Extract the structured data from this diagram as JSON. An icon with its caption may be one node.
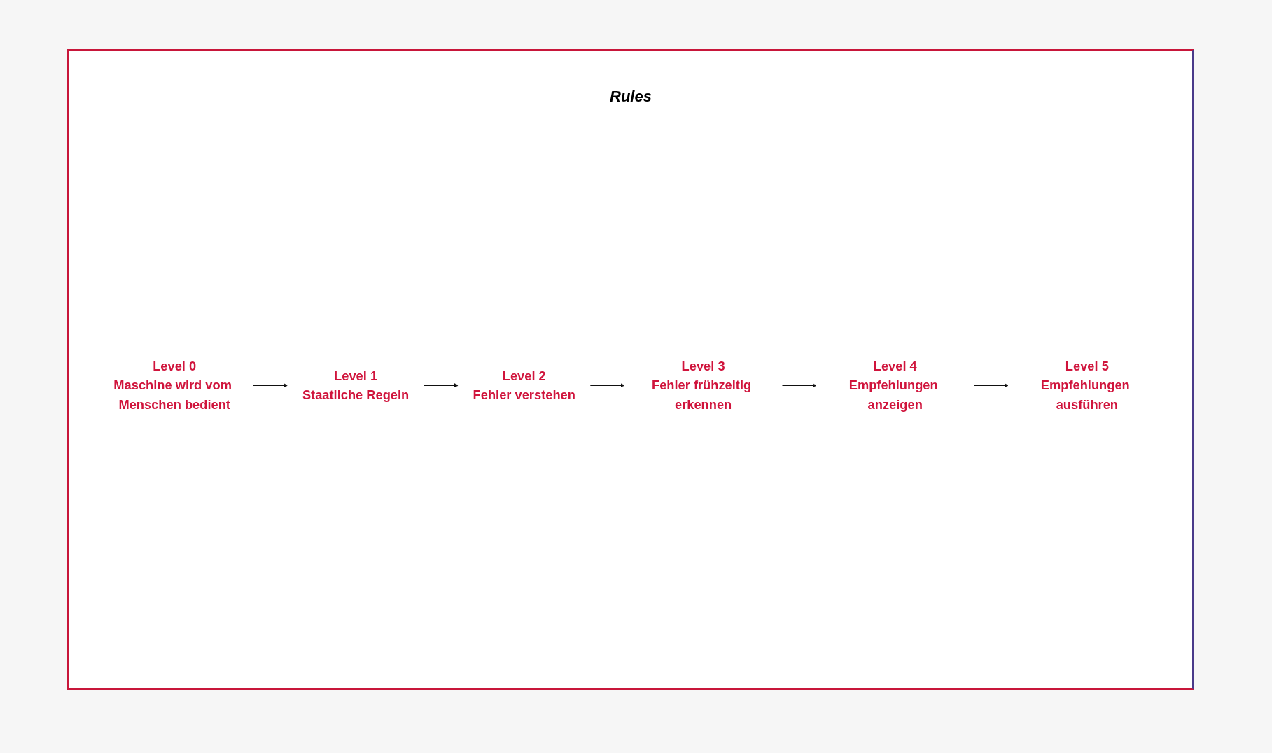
{
  "diagram": {
    "nodes": [
      {
        "text": [
          "Level 0",
          "Maschine wird vom Menschen bedient"
        ]
      },
      {
        "text": [
          "Level 1",
          "Staatliche Regeln"
        ]
      },
      {
        "text": [
          "Level 2",
          "Fehler verstehen"
        ]
      },
      {
        "text": [
          "Level 3",
          "Fehler frühzeitig erkennen"
        ]
      },
      {
        "text": [
          "Level 4",
          "Empfehlungen anzeigen"
        ]
      },
      {
        "text": [
          "Level 5",
          "Empfehlungen ausführen"
        ]
      }
    ],
    "edges": [
      {
        "from": 0,
        "to": 1,
        "arrow": "to"
      },
      {
        "from": 1,
        "to": 2,
        "arrow": "to"
      },
      {
        "from": 2,
        "to": 3,
        "arrow": "to"
      },
      {
        "from": 3,
        "to": 4,
        "arrow": "to"
      },
      {
        "from": 4,
        "to": 5,
        "arrow": "to"
      }
    ],
    "labels": [
      "Rules"
    ]
  }
}
